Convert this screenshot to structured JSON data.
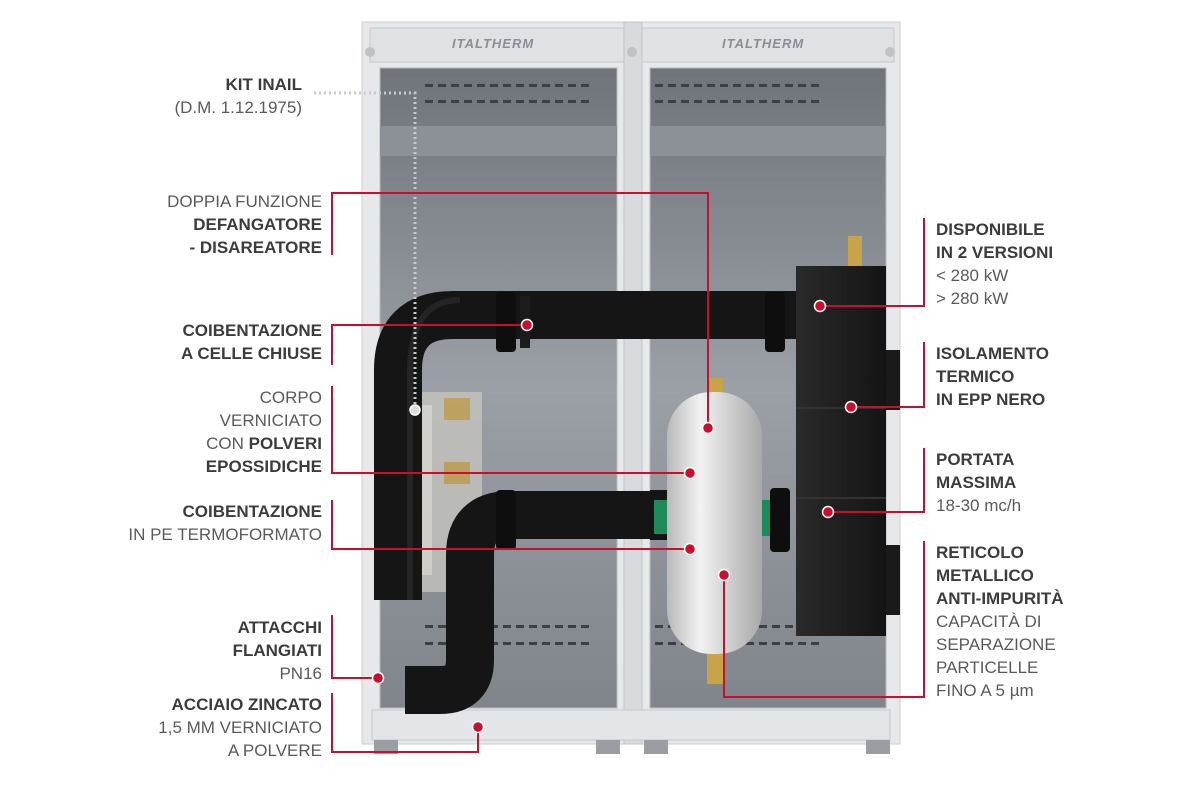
{
  "brand": {
    "logo_text": "ITALTHERM"
  },
  "colors": {
    "callout_line": "#c8102e",
    "callout_dot": "#c8102e",
    "cabinet_frame": "#e6e8ea",
    "cabinet_interior": "#8a8f95",
    "pipe": "#222222",
    "vessel": "#e2e2e2",
    "insulation_block": "#1f1f1f",
    "pump_green": "#1e8a5a"
  },
  "labels_left": [
    {
      "id": "kit-inail",
      "lines": [
        {
          "text": "KIT INAIL",
          "bold": true
        },
        {
          "text": "(D.M. 1.12.1975)",
          "bold": false
        }
      ]
    },
    {
      "id": "doppia-funzione",
      "lines": [
        {
          "text": "DOPPIA FUNZIONE",
          "bold": false
        },
        {
          "text": "DEFANGATORE",
          "bold": true
        },
        {
          "text": "- DISAREATORE",
          "bold": true
        }
      ]
    },
    {
      "id": "coibentazione-celle",
      "lines": [
        {
          "text": "COIBENTAZIONE",
          "bold": true
        },
        {
          "text": "A CELLE CHIUSE",
          "bold": true
        }
      ]
    },
    {
      "id": "corpo-verniciato",
      "lines": [
        {
          "text": "CORPO",
          "bold": false
        },
        {
          "text": "VERNICIATO",
          "bold": false
        },
        {
          "prefix": "CON ",
          "text": "POLVERI",
          "bold": true
        },
        {
          "text": "EPOSSIDICHE",
          "bold": true
        }
      ]
    },
    {
      "id": "coibentazione-pe",
      "lines": [
        {
          "text": "COIBENTAZIONE",
          "bold": true
        },
        {
          "text": "IN PE TERMOFORMATO",
          "bold": false
        }
      ]
    },
    {
      "id": "attacchi-flangiati",
      "lines": [
        {
          "text": "ATTACCHI",
          "bold": true
        },
        {
          "text": "FLANGIATI",
          "bold": true
        },
        {
          "text": "PN16",
          "bold": false
        }
      ]
    },
    {
      "id": "acciaio-zincato",
      "lines": [
        {
          "text": "ACCIAIO ZINCATO",
          "bold": true
        },
        {
          "text": "1,5 MM VERNICIATO",
          "bold": false
        },
        {
          "text": "A POLVERE",
          "bold": false
        }
      ]
    }
  ],
  "labels_right": [
    {
      "id": "disponibile",
      "lines": [
        {
          "text": "DISPONIBILE",
          "bold": true
        },
        {
          "text": "IN 2 VERSIONI",
          "bold": true
        },
        {
          "text": "< 280 kW",
          "bold": false
        },
        {
          "text": "> 280 kW",
          "bold": false
        }
      ]
    },
    {
      "id": "isolamento",
      "lines": [
        {
          "text": "ISOLAMENTO",
          "bold": true
        },
        {
          "text": "TERMICO",
          "bold": true
        },
        {
          "text": "IN EPP NERO",
          "bold": true
        }
      ]
    },
    {
      "id": "portata",
      "lines": [
        {
          "text": "PORTATA",
          "bold": true
        },
        {
          "text": "MASSIMA",
          "bold": true
        },
        {
          "text": "18-30 mc/h",
          "bold": false
        }
      ]
    },
    {
      "id": "reticolo",
      "lines": [
        {
          "text": "RETICOLO",
          "bold": true
        },
        {
          "text": "METALLICO",
          "bold": true
        },
        {
          "text": "ANTI-IMPURITÀ",
          "bold": true
        },
        {
          "text": "CAPACITÀ DI",
          "bold": false
        },
        {
          "text": "SEPARAZIONE",
          "bold": false
        },
        {
          "text": "PARTICELLE",
          "bold": false
        },
        {
          "text": "FINO A 5 µm",
          "bold": false
        }
      ]
    }
  ]
}
